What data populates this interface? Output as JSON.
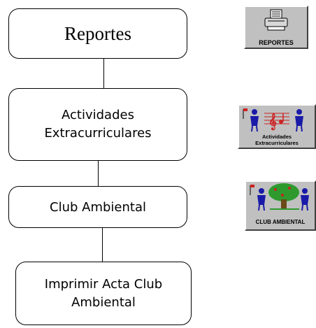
{
  "boxes": {
    "reportes": "Reportes",
    "actividades": [
      "Actividades",
      "Extracurriculares"
    ],
    "club": "Club Ambiental",
    "imprimir": [
      "Imprimir Acta Club",
      "Ambiental"
    ]
  },
  "icons": {
    "reportes": {
      "caption": "REPORTES",
      "icon": "printer-icon"
    },
    "actividades": {
      "caption": [
        "Actividades",
        "Extracurriculares"
      ],
      "icon": "music-figures-icon"
    },
    "club": {
      "caption": "CLUB AMBIENTAL",
      "icon": "tree-figures-icon"
    }
  },
  "colors": {
    "icon_face": "#c0c0c0",
    "figure_blue": "#1a1aa8",
    "tree_green": "#2e9a2e",
    "music_red": "#cc2222"
  }
}
